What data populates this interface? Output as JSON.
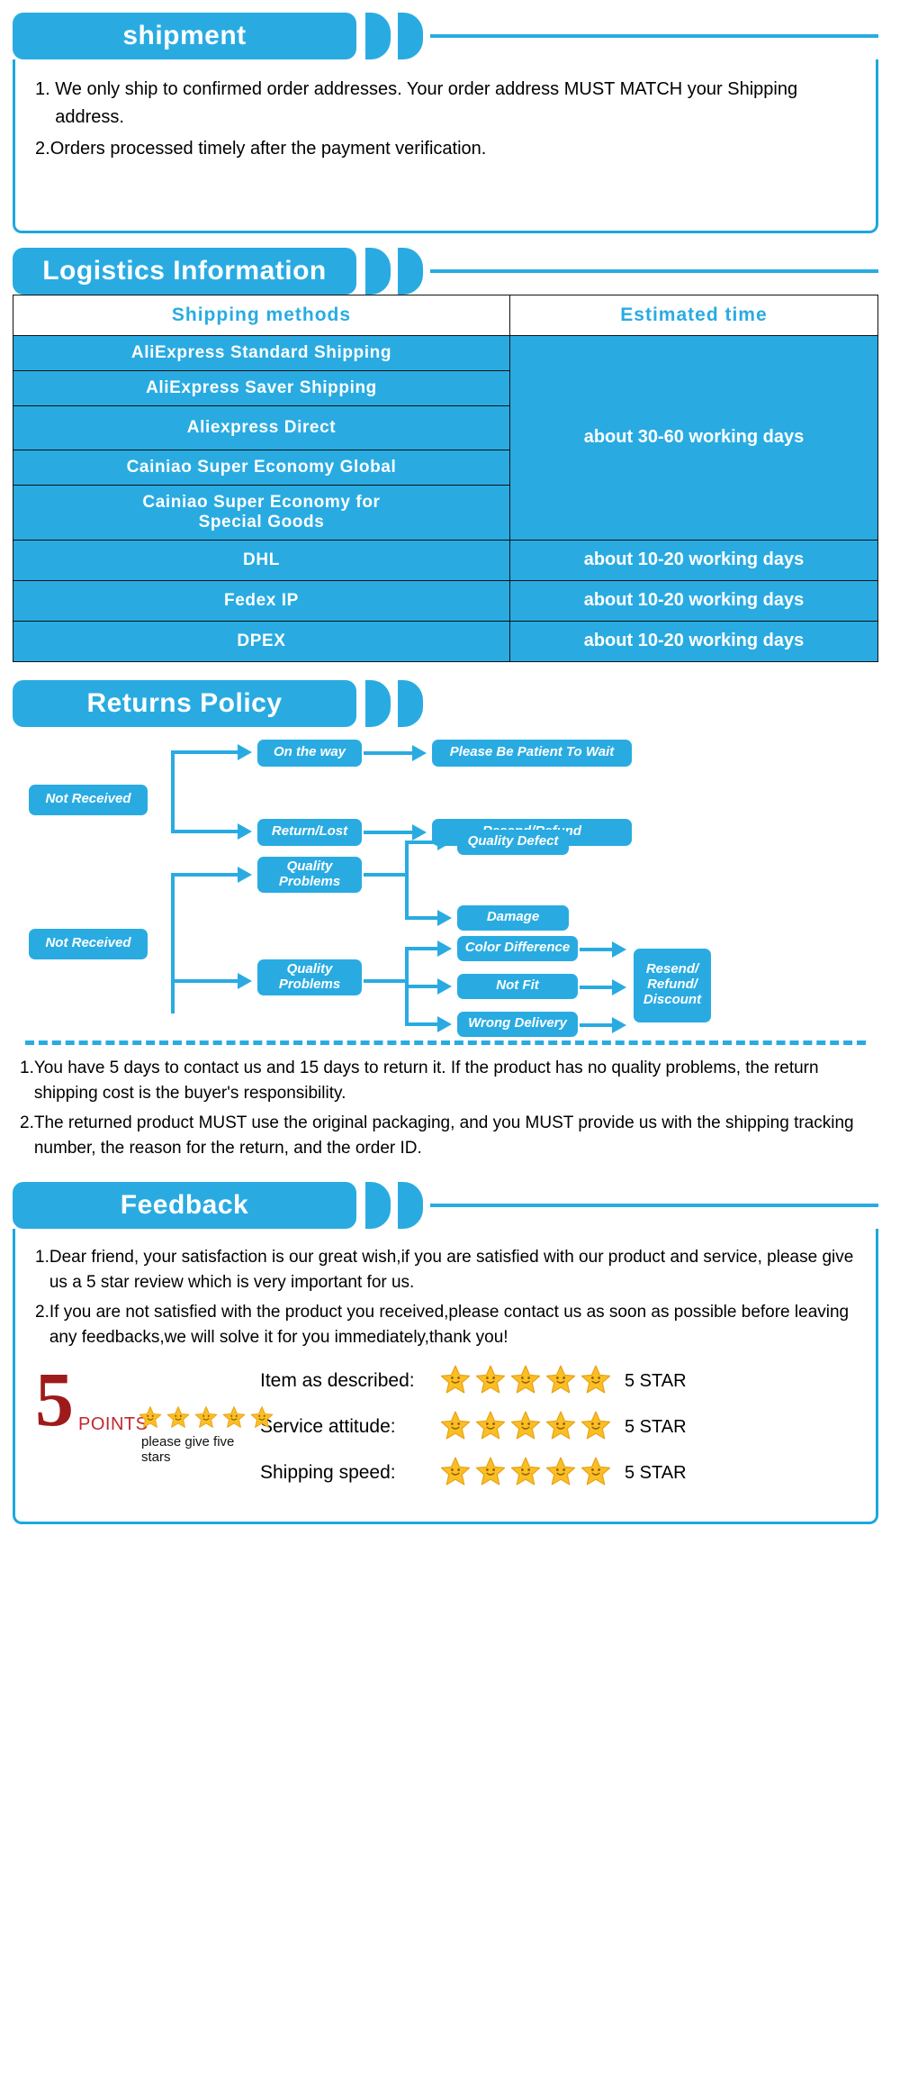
{
  "theme": {
    "blue": "#29ABE2",
    "dark_red": "#9e1b1b",
    "star_gold": "#FBBF24"
  },
  "shipment": {
    "title": "shipment",
    "items": [
      {
        "num": "1. ",
        "text": "We only ship to confirmed order addresses. Your order address MUST MATCH your Shipping address."
      },
      {
        "num": "2.",
        "text": "Orders processed timely after the payment verification."
      }
    ]
  },
  "logistics": {
    "title": "Logistics Information",
    "columns": [
      "Shipping  methods",
      "Estimated  time"
    ],
    "rows": [
      {
        "method": "AliExpress  Standard  Shipping",
        "time": "about 30-60 working days",
        "group": "a"
      },
      {
        "method": "AliExpress  Saver  Shipping",
        "time": "",
        "group": "a"
      },
      {
        "method": "Aliexpress  Direct",
        "time": "",
        "group": "a"
      },
      {
        "method": "Cainiao  Super  Economy  Global",
        "time": "",
        "group": "a"
      },
      {
        "method": "Cainiao  Super  Economy  for\nSpecial  Goods",
        "time": "",
        "group": "a"
      },
      {
        "method": "DHL",
        "time": "about 10-20 working days",
        "group": "b"
      },
      {
        "method": "Fedex  IP",
        "time": "about 10-20 working days",
        "group": "c"
      },
      {
        "method": "DPEX",
        "time": "about 10-20 working days",
        "group": "d"
      }
    ],
    "merged_time_label": "about 30-60 working days"
  },
  "returns": {
    "title": "Returns Policy",
    "flow": {
      "branch1": {
        "source": "Not Received",
        "mid": [
          "On the way",
          "Return/Lost"
        ],
        "out": [
          "Please Be Patient To Wait",
          "Resend/Refund"
        ]
      },
      "branch2": {
        "source": "Not Received",
        "mid": [
          "Quality\nProblems",
          "Quality\nProblems"
        ],
        "out_top": [
          "Quality Defect",
          "Damage"
        ],
        "out_bottom": [
          "Color Difference",
          "Not Fit",
          "Wrong Delivery"
        ],
        "final": "Resend/\nRefund/\nDiscount"
      }
    },
    "notes": [
      {
        "num": "1.",
        "text": "You have 5 days to contact us and 15 days to return it. If the product has no quality problems, the return shipping cost is the buyer's responsibility."
      },
      {
        "num": "2.",
        "text": "The returned product MUST use the original packaging, and you MUST provide us with the shipping tracking number, the reason for the return, and the order ID."
      }
    ]
  },
  "feedback": {
    "title": "Feedback",
    "notes": [
      {
        "num": "1.",
        "text": "Dear friend, your satisfaction is our great wish,if you are satisfied with our product and service, please give us a 5 star review which is very important for us."
      },
      {
        "num": "2.",
        "text": "If you are not satisfied with the product you received,please contact us as soon as possible before leaving any feedbacks,we will solve it for you immediately,thank you!"
      }
    ],
    "badge": {
      "number": "5",
      "points_label": "POINTS",
      "caption": "please give five stars",
      "stars": 5
    },
    "ratings": [
      {
        "label": "Item as described:",
        "stars": 5,
        "tag": "5 STAR"
      },
      {
        "label": "Service attitude:",
        "stars": 5,
        "tag": "5 STAR"
      },
      {
        "label": "Shipping speed:",
        "stars": 5,
        "tag": "5 STAR"
      }
    ]
  }
}
